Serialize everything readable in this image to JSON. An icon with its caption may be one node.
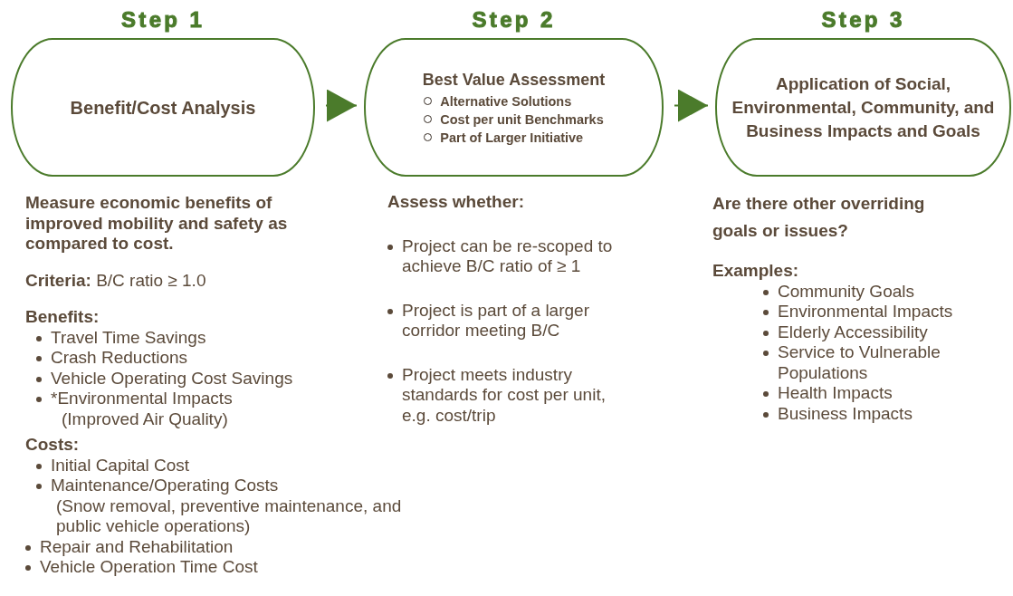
{
  "diagram": {
    "nodes": [
      {
        "text": [
          "Step 1",
          "Benefit/Cost Analysis"
        ]
      },
      {
        "text": [
          "Step 2",
          "Best Value Assessment",
          "Alternative Solutions",
          "Cost per unit Benchmarks",
          "Part of Larger Initiative"
        ]
      },
      {
        "text": [
          "Step 3",
          "Application of Social, Environmental, Community, and Business Impacts and Goals"
        ]
      }
    ],
    "edges": [
      {
        "from": 0,
        "to": 1,
        "arrow": "to"
      },
      {
        "from": 1,
        "to": 2,
        "arrow": "to"
      }
    ],
    "labels": [
      "Measure economic benefits of improved mobility and safety as compared to cost.",
      "**Criteria:**  B/C ratio ≥ 1.0",
      "Benefits:",
      "Travel Time Savings",
      "Crash Reductions",
      "Vehicle Operating Cost Savings",
      "*Environmental Impacts",
      "(Improved Air Quality)",
      "Costs:",
      "Initial Capital Cost",
      "Maintenance/Operating Costs",
      "(Snow removal, preventive maintenance, and public vehicle operations)",
      "Repair and Rehabilitation",
      "Vehicle Operation Time Cost",
      "Assess whether:",
      "Project can be re-scoped to achieve B/C ratio of ≥ 1",
      "Project is part of a larger corridor meeting B/C",
      "Project meets industry standards for cost per unit, e.g. cost/trip",
      "Are there other overriding goals or issues?",
      "Examples:",
      "Community Goals",
      "Environmental Impacts",
      "Elderly Accessibility",
      "Service to Vulnerable Populations",
      "Health Impacts",
      "Business Impacts"
    ]
  }
}
